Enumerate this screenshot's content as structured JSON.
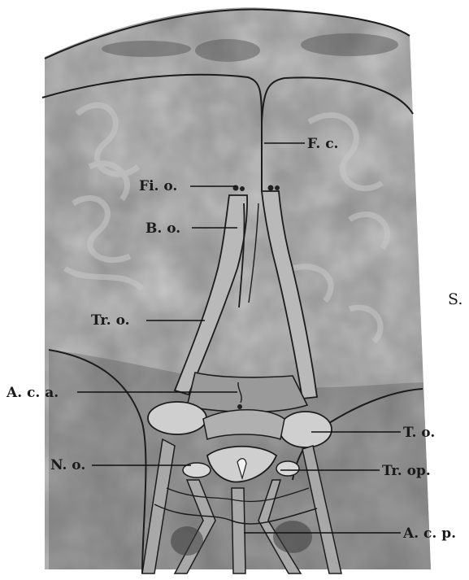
{
  "figure": {
    "labels": {
      "fc": "F. c.",
      "fio": "Fi. o.",
      "bo": "B. o.",
      "tro": "Tr. o.",
      "s": "S.",
      "aca": "A. c. a.",
      "to": "T. o.",
      "no": "N. o.",
      "trop": "Tr. op.",
      "acp": "A. c. p."
    }
  }
}
